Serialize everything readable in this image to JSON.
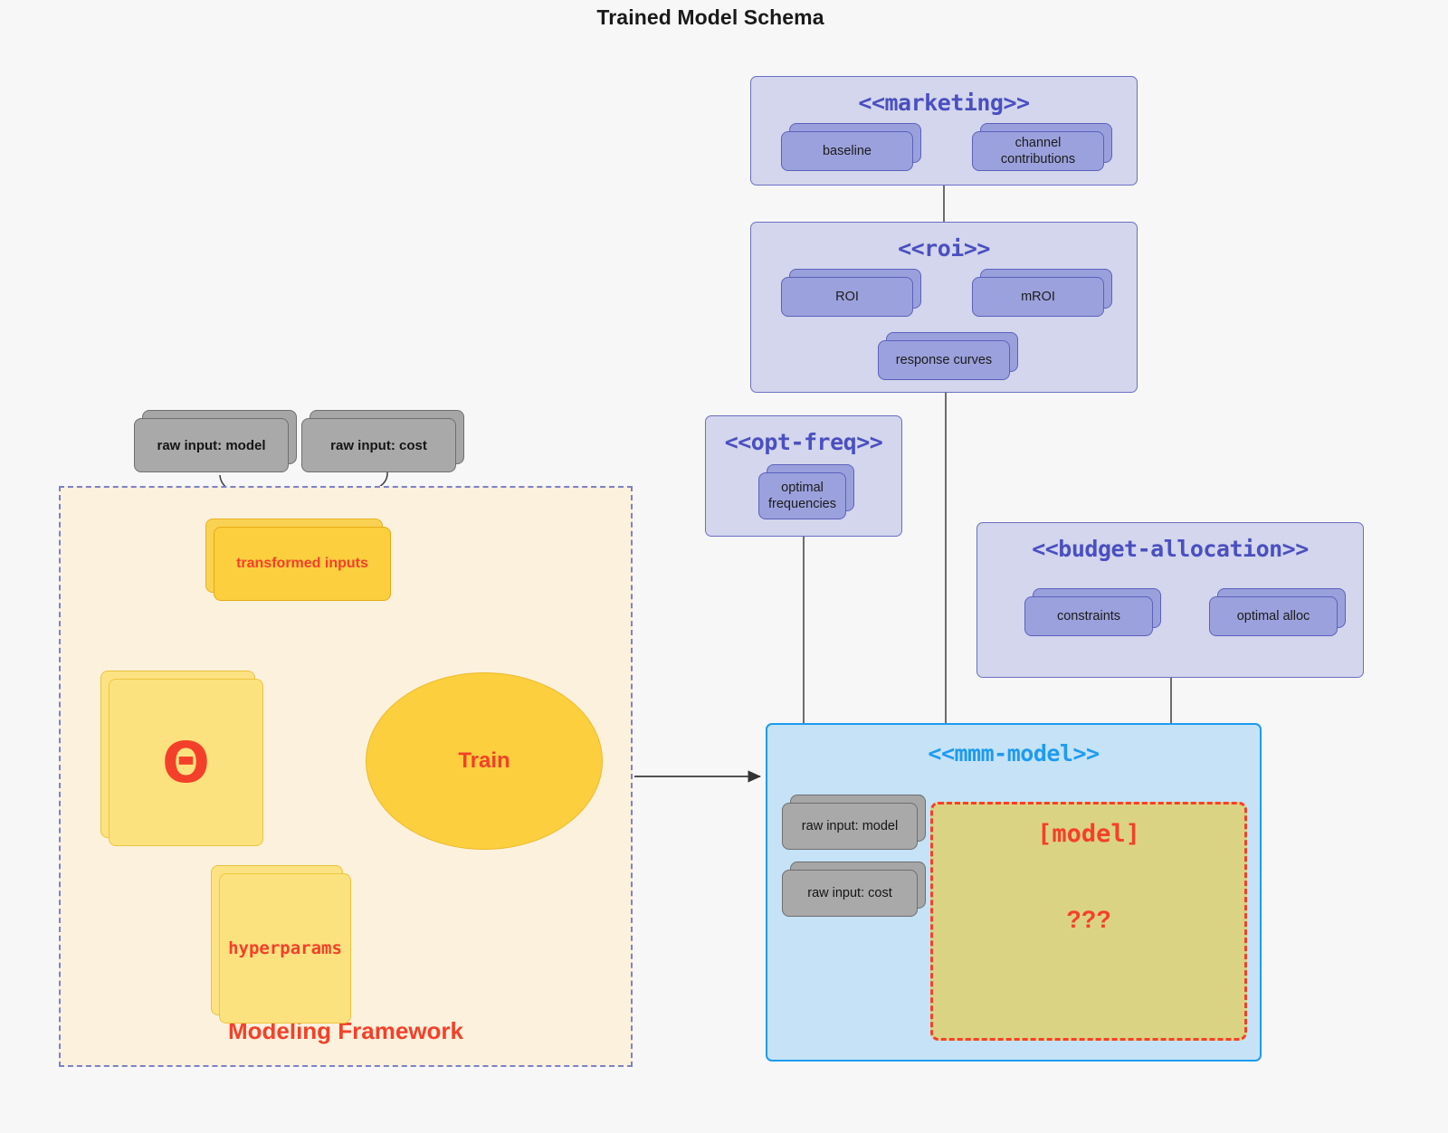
{
  "title": "Trained Model Schema",
  "colors": {
    "background": "#f7f7f7",
    "package_fill": "#d3d6ec",
    "package_border": "#6b6fc4",
    "package_title": "#4a4fc0",
    "component_fill": "#9ba1dc",
    "component_border": "#5b61bd",
    "artifact_gray_fill": "#a9a9a9",
    "artifact_gray_border": "#6e6e6e",
    "framework_fill": "#fbf1dc",
    "framework_border": "#7b82c8",
    "yellow_dark": "#fbcf3e",
    "yellow_light": "#fce27f",
    "accent_red": "#f4402a",
    "mmm_fill": "#c5e2f7",
    "mmm_border": "#1e9bf0",
    "model_fill": "#dbd384",
    "connector_gray": "#4a4a4a"
  },
  "packages": {
    "marketing": {
      "title": "<<marketing>>",
      "components": [
        {
          "label": "baseline"
        },
        {
          "label": "channel contributions"
        }
      ],
      "relation": "bidirectional"
    },
    "roi": {
      "title": "<<roi>>",
      "components": [
        {
          "label": "ROI"
        },
        {
          "label": "mROI"
        },
        {
          "label": "response curves"
        }
      ],
      "relation": "bidirectional"
    },
    "opt_freq": {
      "title": "<<opt-freq>>",
      "components": [
        {
          "label": "optimal\nfrequencies",
          "line1": "optimal",
          "line2": "frequencies"
        }
      ]
    },
    "budget_allocation": {
      "title": "<<budget-allocation>>",
      "components": [
        {
          "label": "constraints"
        },
        {
          "label": "optimal alloc"
        }
      ],
      "relation": "bidirectional"
    },
    "mmm_model": {
      "title": "<<mmm-model>>",
      "artifacts": [
        {
          "label": "raw input: model"
        },
        {
          "label": "raw input: cost"
        }
      ],
      "model_box": {
        "label": "[model]",
        "unknown": "???"
      }
    }
  },
  "framework": {
    "label": "Modeling Framework",
    "raw_inputs": [
      {
        "label": "raw input: model"
      },
      {
        "label": "raw input: cost"
      }
    ],
    "transformed_inputs": {
      "label": "transformed inputs"
    },
    "theta": {
      "label": "Θ"
    },
    "hyperparams": {
      "label": "hyperparams"
    },
    "train": {
      "label": "Train"
    }
  }
}
